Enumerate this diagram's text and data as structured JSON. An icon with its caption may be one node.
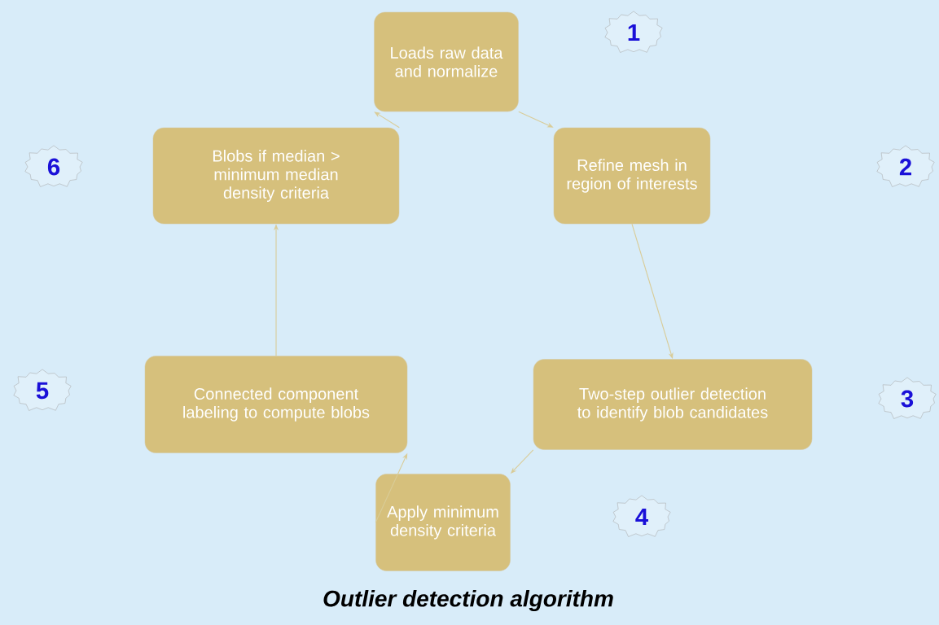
{
  "diagram": {
    "title": "Outlier detection algorithm",
    "nodes": [
      {
        "text": [
          "Loads raw data and normalize"
        ]
      },
      {
        "text": [
          "Refine mesh in region of interests"
        ]
      },
      {
        "text": [
          "Two-step outlier detection to identify blob candidates"
        ]
      },
      {
        "text": [
          "Apply minimum density criteria"
        ]
      },
      {
        "text": [
          "Connected component labeling to compute blobs"
        ]
      },
      {
        "text": [
          "Blobs if median > minimum median density criteria"
        ]
      },
      {
        "text": [
          "1"
        ]
      },
      {
        "text": [
          "2"
        ]
      },
      {
        "text": [
          "3"
        ]
      },
      {
        "text": [
          "4"
        ]
      },
      {
        "text": [
          "5"
        ]
      },
      {
        "text": [
          "6"
        ]
      }
    ],
    "edges": [
      {
        "from": 0,
        "to": 1,
        "arrow": "to"
      },
      {
        "from": 1,
        "to": 2,
        "arrow": "to"
      },
      {
        "from": 2,
        "to": 3,
        "arrow": "to"
      },
      {
        "from": 3,
        "to": 4,
        "arrow": "to"
      },
      {
        "from": 4,
        "to": 5,
        "arrow": "to"
      },
      {
        "from": 5,
        "to": 0,
        "arrow": "to"
      }
    ]
  }
}
